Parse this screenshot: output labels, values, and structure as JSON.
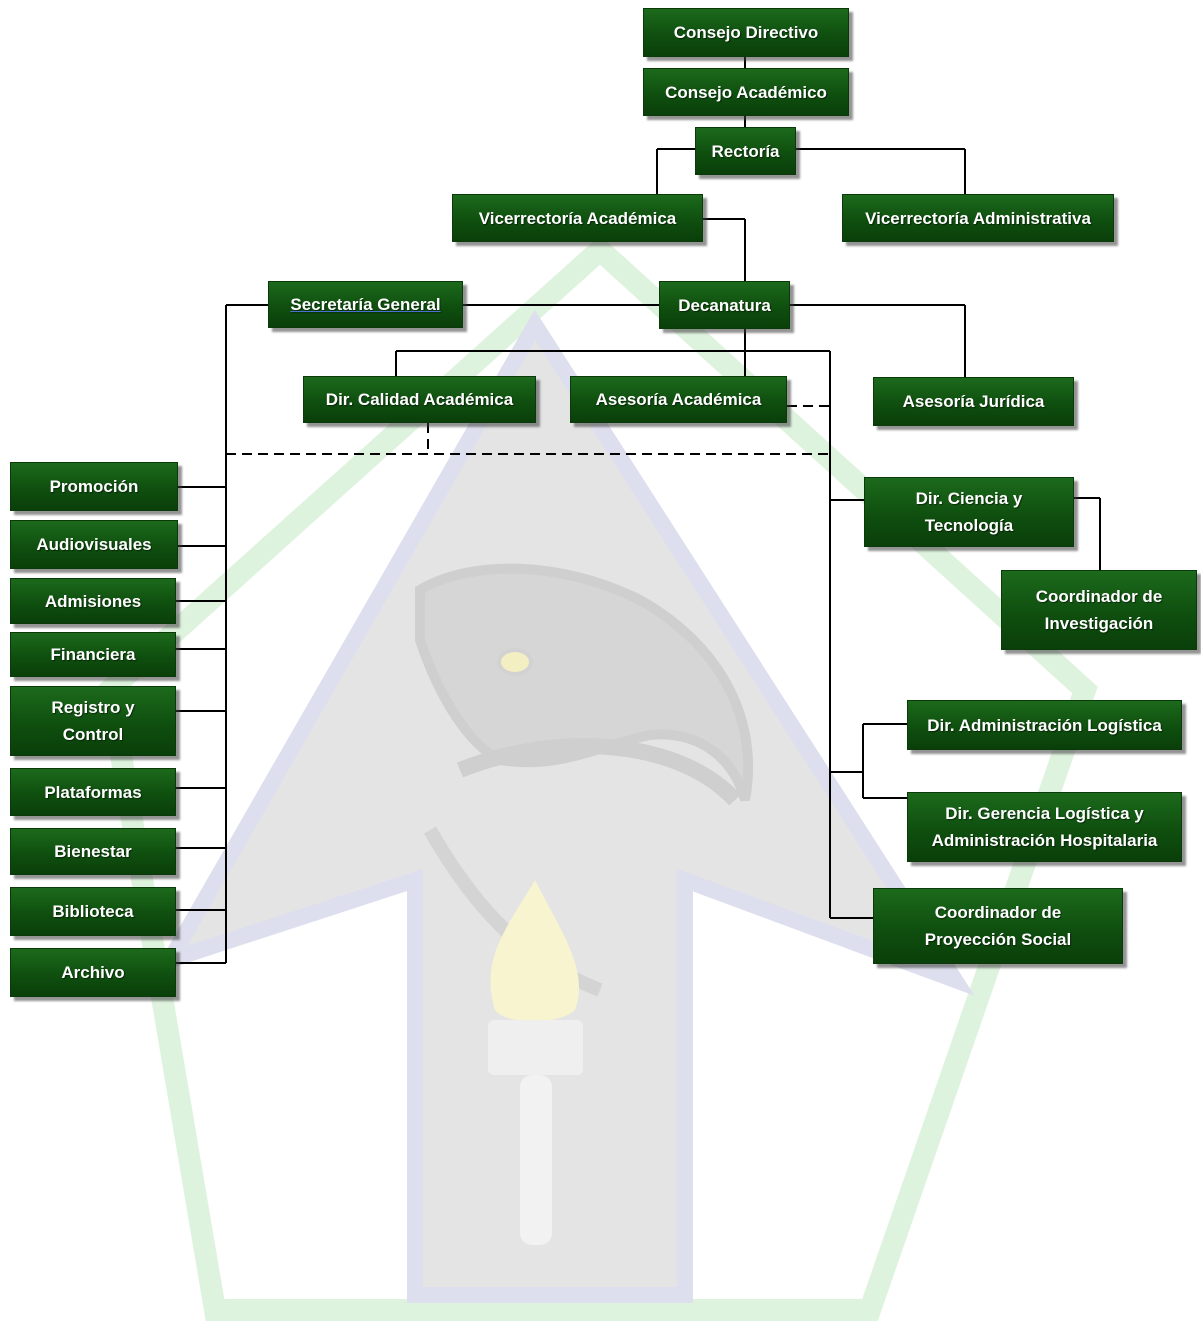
{
  "colors": {
    "box_fill": "#0f4f0f",
    "box_text": "#ffffff",
    "connector": "#000000"
  },
  "watermark": {
    "name": "eagle-torch-emblem"
  },
  "nodes": {
    "consejo_directivo": "Consejo Directivo",
    "consejo_academico": "Consejo Académico",
    "rectoria": "Rectoría",
    "vicerrectoria_academica": "Vicerrectoría Académica",
    "vicerrectoria_administrativa": "Vicerrectoría Administrativa",
    "secretaria_general": "Secretaría  General",
    "decanatura": "Decanatura",
    "dir_calidad_academica": "Dir. Calidad Académica",
    "asesoria_academica": "Asesoría Académica",
    "asesoria_juridica": "Asesoría Jurídica",
    "promocion": "Promoción",
    "audiovisuales": "Audiovisuales",
    "admisiones": "Admisiones",
    "financiera": "Financiera",
    "registro_control": "Registro y\nControl",
    "plataformas": "Plataformas",
    "bienestar": "Bienestar",
    "biblioteca": "Biblioteca",
    "archivo": "Archivo",
    "dir_ciencia_tecnologia": "Dir. Ciencia y\nTecnología",
    "coordinador_investigacion": "Coordinador de\nInvestigación",
    "dir_administracion_logistica": "Dir. Administración Logística",
    "dir_gerencia_logistica": "Dir. Gerencia Logística y\nAdministración Hospitalaria",
    "coordinador_proyeccion_social": "Coordinador de\nProyección Social"
  }
}
